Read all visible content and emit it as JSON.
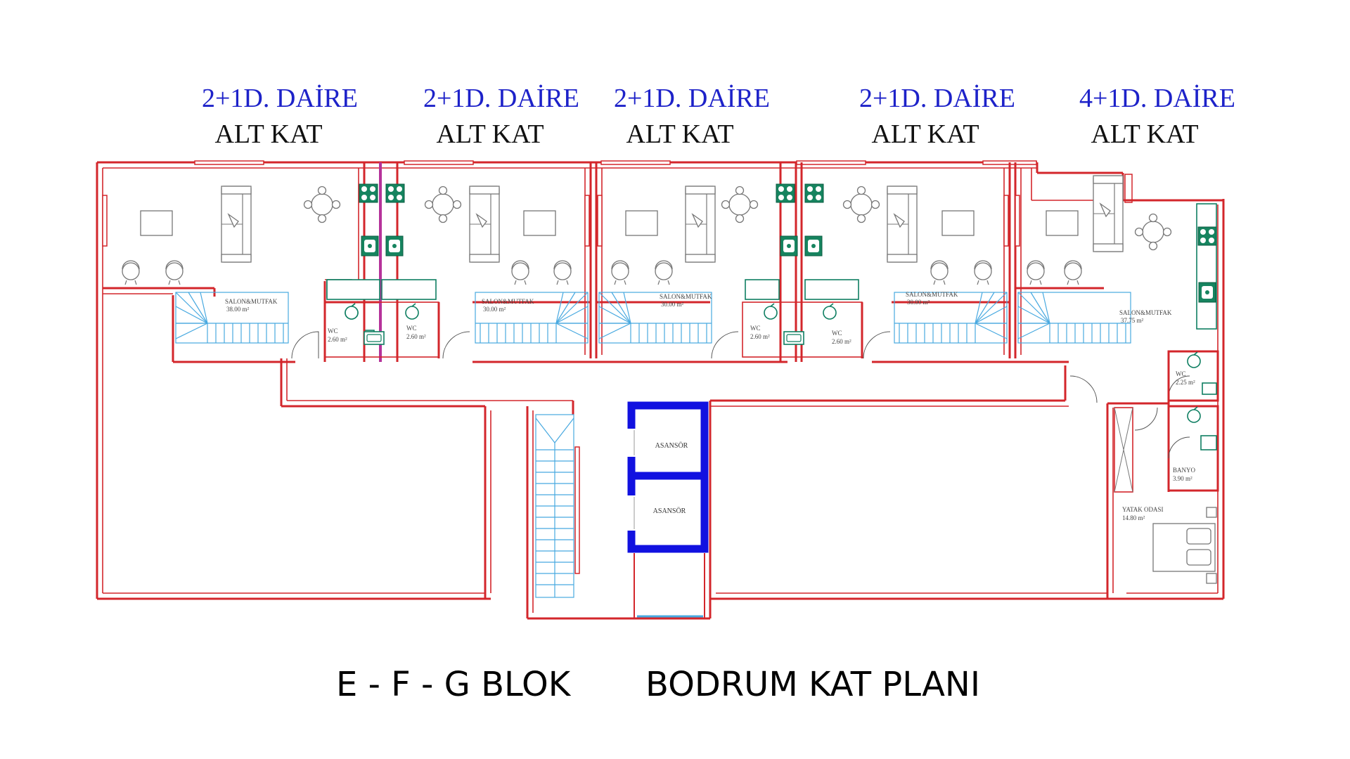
{
  "units": [
    {
      "type": "2+1D. DAİRE",
      "level": "ALT KAT"
    },
    {
      "type": "2+1D. DAİRE",
      "level": "ALT KAT"
    },
    {
      "type": "2+1D. DAİRE",
      "level": "ALT KAT"
    },
    {
      "type": "2+1D. DAİRE",
      "level": "ALT KAT"
    },
    {
      "type": "4+1D. DAİRE",
      "level": "ALT KAT"
    }
  ],
  "rooms": {
    "salon1_name": "SALON&MUTFAK",
    "salon1_area": "38.00 m²",
    "salon2_name": "SALON&MUTFAK",
    "salon2_area": "30.00 m²",
    "salon3_name": "SALON&MUTFAK",
    "salon3_area": "30.00 m²",
    "salon4_name": "SALON&MUTFAK",
    "salon4_area": "30.00 m²",
    "salon5_name": "SALON&MUTFAK",
    "salon5_area": "37.75 m²",
    "wc1_name": "WC",
    "wc1_area": "2.60 m²",
    "wc2_name": "WC",
    "wc2_area": "2.60 m²",
    "wc3_name": "WC",
    "wc3_area": "2.60 m²",
    "wc4_name": "WC",
    "wc4_area": "2.60 m²",
    "wc5_name": "WC",
    "wc5_area": "2.25 m²",
    "banyo_name": "BANYO",
    "banyo_area": "3.90 m²",
    "yatak_name": "YATAK ODASI",
    "yatak_area": "14.80 m²"
  },
  "elevators": [
    "ASANSÖR",
    "ASANSÖR"
  ],
  "footer": {
    "block": "E - F - G BLOK",
    "plan": "BODRUM KAT PLANI"
  },
  "colors": {
    "walls": "#d3262b",
    "title": "#1d22c9",
    "stairs": "#48a9e0",
    "elevator_shaft": "#1111e0",
    "kitchen": "#16845f"
  },
  "icons": [
    "armchair-icon",
    "dining-table-icon",
    "sofa-icon",
    "stove-icon",
    "sink-icon",
    "toilet-icon",
    "bed-icon",
    "door-swing-icon"
  ]
}
